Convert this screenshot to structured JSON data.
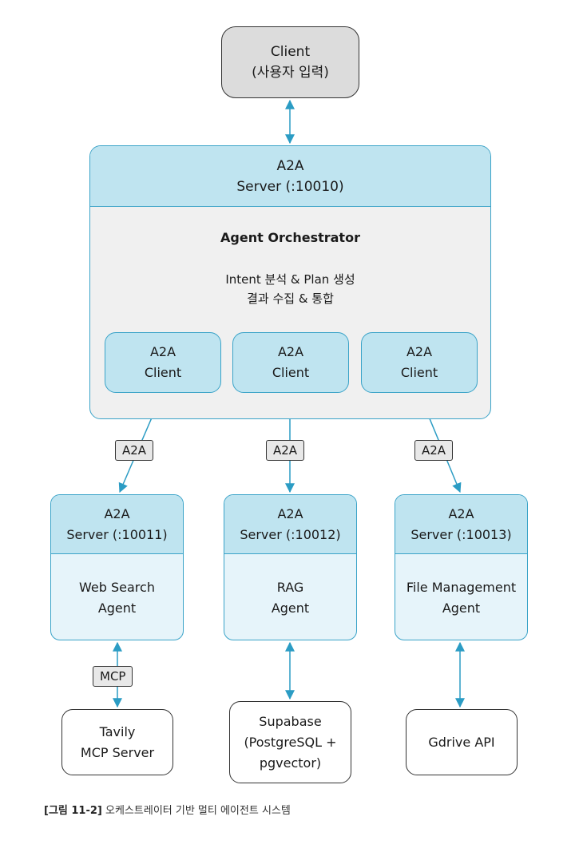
{
  "client": {
    "line1": "Client",
    "line2": "(사용자 입력)"
  },
  "orchestrator": {
    "header_line1": "A2A",
    "header_line2": "Server (:10010)",
    "title": "Agent Orchestrator",
    "desc_line1": "Intent 분석 & Plan 생성",
    "desc_line2": "결과 수집 & 통합",
    "inner_clients": [
      {
        "line1": "A2A",
        "line2": "Client"
      },
      {
        "line1": "A2A",
        "line2": "Client"
      },
      {
        "line1": "A2A",
        "line2": "Client"
      }
    ]
  },
  "protocol_tags": [
    "A2A",
    "A2A",
    "A2A"
  ],
  "agents": [
    {
      "header_line1": "A2A",
      "header_line2": "Server (:10011)",
      "body_line1": "Web Search",
      "body_line2": "Agent"
    },
    {
      "header_line1": "A2A",
      "header_line2": "Server (:10012)",
      "body_line1": "RAG",
      "body_line2": "Agent"
    },
    {
      "header_line1": "A2A",
      "header_line2": "Server (:10013)",
      "body_line1": "File Management",
      "body_line2": "Agent"
    }
  ],
  "mcp_tag": "MCP",
  "backends": [
    {
      "line1": "Tavily",
      "line2": "MCP Server"
    },
    {
      "line1": "Supabase",
      "line2": "(PostgreSQL +",
      "line3": "pgvector)"
    },
    {
      "line1": "Gdrive API"
    }
  ],
  "caption": {
    "number": "[그림 11-2]",
    "text": "오케스트레이터 기반 멀티 에이전트 시스템"
  },
  "colors": {
    "accent": "#3aa3c8",
    "header_fill": "#bfe4f0",
    "agent_fill": "#e6f4fa",
    "arrow": "#2b9cc4"
  }
}
